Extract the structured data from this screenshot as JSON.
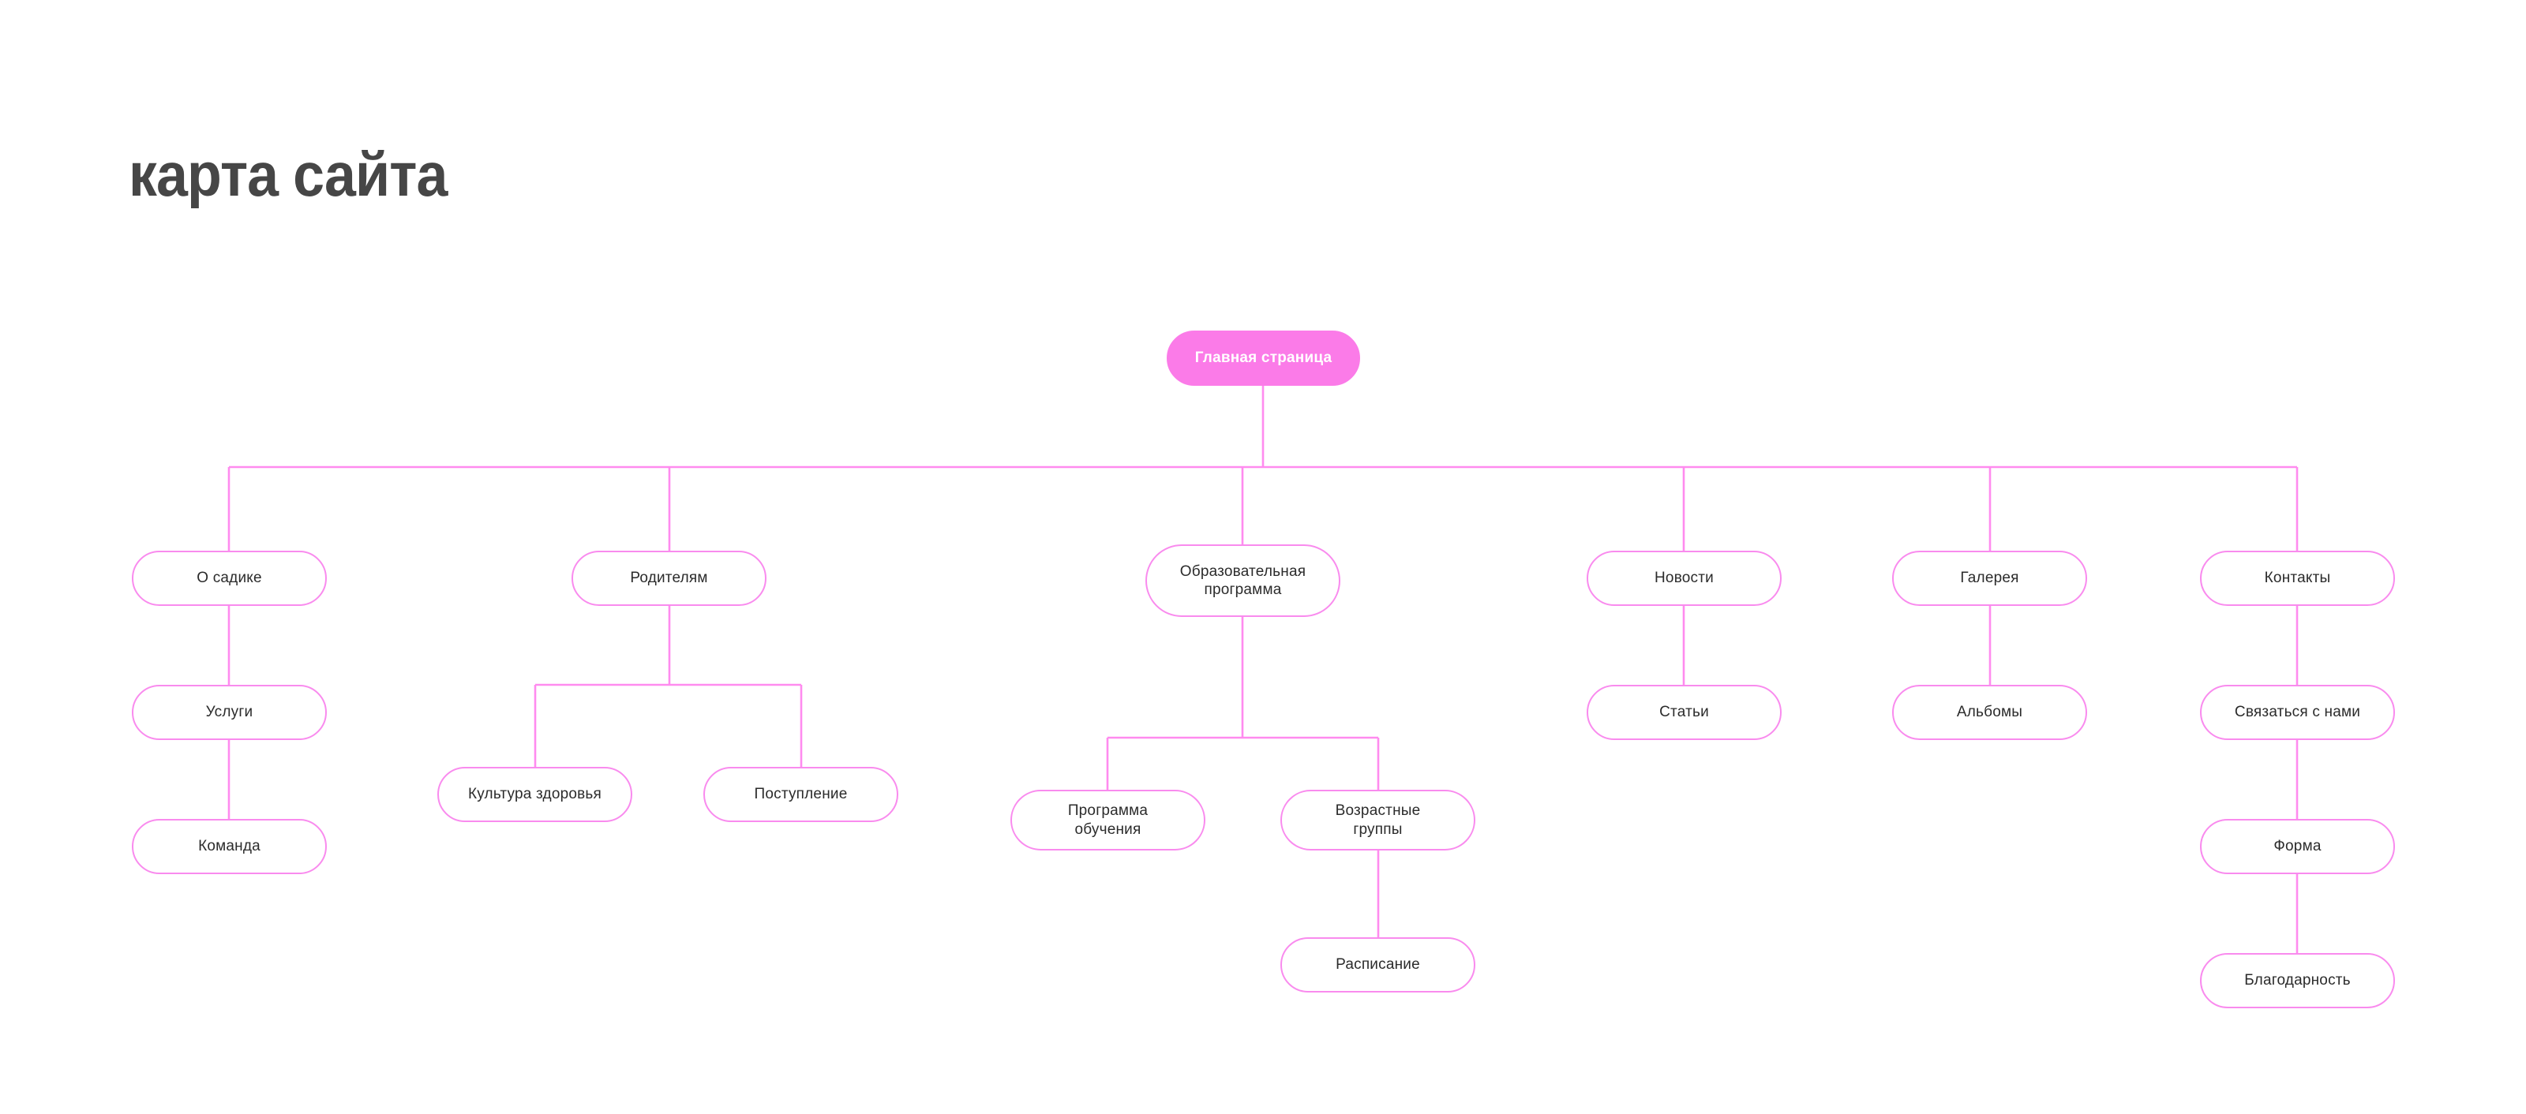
{
  "page": {
    "title": "карта сайта",
    "background_color": "#ffffff",
    "title_color": "#464646"
  },
  "theme": {
    "accent_fill": "#FB7BE8",
    "node_border": "#F98BEE",
    "connector_color": "#FF8BEF",
    "node_text_color": "#2b2b2b",
    "root_text_color": "#ffffff",
    "node_background": "#ffffff"
  },
  "diagram": {
    "type": "sitemap-tree",
    "root": {
      "id": "home",
      "label": "Главная страница",
      "style": "filled"
    },
    "branches": [
      {
        "id": "about",
        "label": "О садике",
        "children": [
          {
            "id": "services",
            "label": "Услуги",
            "children": [
              {
                "id": "team",
                "label": "Команда",
                "children": []
              }
            ]
          }
        ]
      },
      {
        "id": "parents",
        "label": "Родителям",
        "children": [
          {
            "id": "health-culture",
            "label": "Культура здоровья",
            "children": []
          },
          {
            "id": "admission",
            "label": "Поступление",
            "children": []
          }
        ]
      },
      {
        "id": "edu-program",
        "label": "Образовательная\nпрограмма",
        "children": [
          {
            "id": "study-program",
            "label": "Программа\nобучения",
            "children": []
          },
          {
            "id": "age-groups",
            "label": "Возрастные\nгруппы",
            "children": [
              {
                "id": "schedule",
                "label": "Расписание",
                "children": []
              }
            ]
          }
        ]
      },
      {
        "id": "news",
        "label": "Новости",
        "children": [
          {
            "id": "articles",
            "label": "Статьи",
            "children": []
          }
        ]
      },
      {
        "id": "gallery",
        "label": "Галерея",
        "children": [
          {
            "id": "albums",
            "label": "Альбомы",
            "children": []
          }
        ]
      },
      {
        "id": "contacts",
        "label": "Контакты",
        "children": [
          {
            "id": "contact-us",
            "label": "Связаться с  нами",
            "children": [
              {
                "id": "form",
                "label": "Форма",
                "children": [
                  {
                    "id": "thanks",
                    "label": "Благодарность",
                    "children": []
                  }
                ]
              }
            ]
          }
        ]
      }
    ],
    "nodes": {
      "home": "Главная страница",
      "about": "О садике",
      "services": "Услуги",
      "team": "Команда",
      "parents": "Родителям",
      "health_culture": "Культура здоровья",
      "admission": "Поступление",
      "edu_program": "Образовательная\nпрограмма",
      "study_program": "Программа\nобучения",
      "age_groups": "Возрастные\nгруппы",
      "schedule": "Расписание",
      "news": "Новости",
      "articles": "Статьи",
      "gallery": "Галерея",
      "albums": "Альбомы",
      "contacts": "Контакты",
      "contact_us": "Связаться с  нами",
      "form": "Форма",
      "thanks": "Благодарность"
    }
  }
}
